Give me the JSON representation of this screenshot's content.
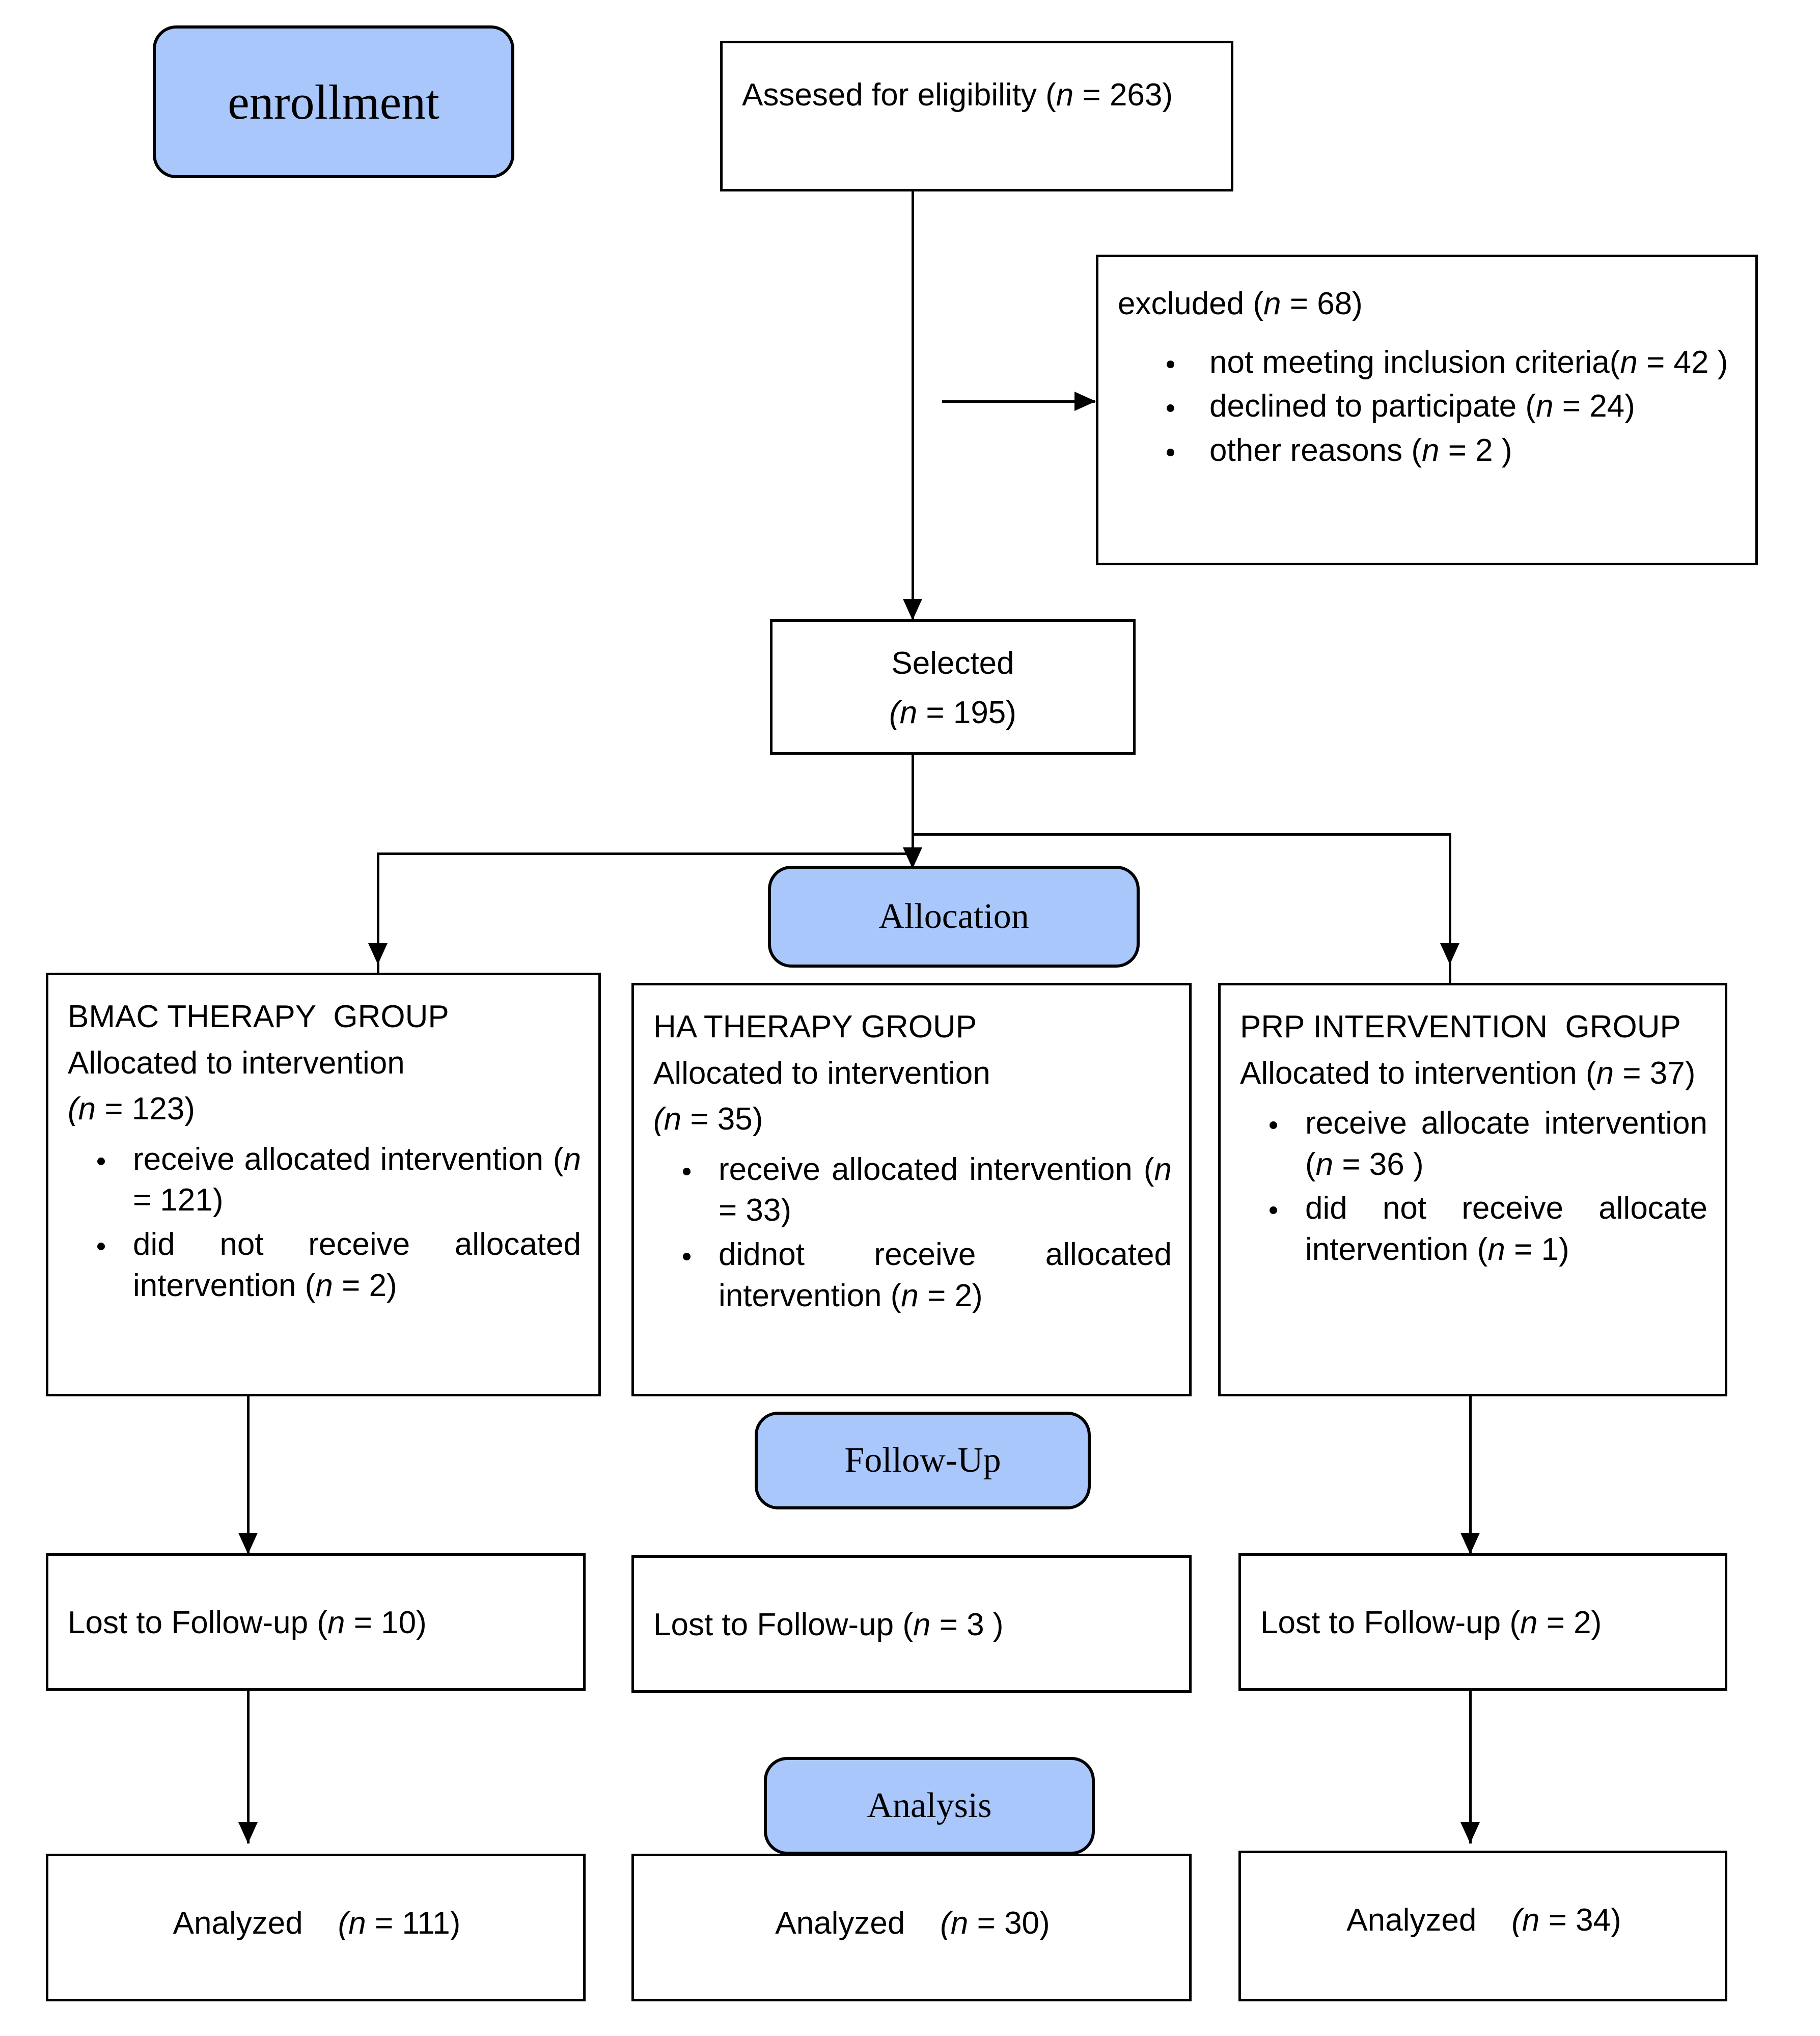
{
  "diagram": {
    "title": "CONSORT participant flow diagram",
    "accent_blue": "#a9c7fb",
    "line_color": "#000000",
    "background": "#ffffff"
  },
  "stages": {
    "enrollment": "enrollment",
    "allocation": "Allocation",
    "follow_up": "Follow-Up",
    "analysis": "Analysis"
  },
  "enrollment": {
    "assessed": {
      "text": "Assesed for eligibility (",
      "n_symbol": "n",
      "n_value": " = 263)"
    },
    "excluded": {
      "heading_text": "excluded (",
      "heading_n": "n",
      "heading_value": " = 68)",
      "reasons": [
        {
          "text": "not meeting inclusion criteria(",
          "n": "n",
          "value": " = 42 )"
        },
        {
          "text": "declined to participate (",
          "n": "n",
          "value": " = 24)"
        },
        {
          "text": "other reasons (",
          "n": "n",
          "value": " = 2 )"
        }
      ]
    },
    "selected": {
      "line1": "Selected",
      "line2_open": "(",
      "line2_n": "n",
      "line2_value": " = 195)"
    }
  },
  "groups": [
    {
      "id": "bmac",
      "title": "BMAC THERAPY  GROUP",
      "allocated_label": "Allocated to intervention",
      "allocated_open": "(",
      "allocated_n": "n",
      "allocated_value": " = 123)",
      "wrap_allocated": false,
      "bullets": [
        {
          "text": "receive allocated intervention (",
          "n": "n",
          "value": " = 121)"
        },
        {
          "text": "did not receive allocated intervention (",
          "n": "n",
          "value": " = 2)"
        }
      ],
      "lost": {
        "text": "Lost to Follow-up (",
        "n": "n",
        "value": " = 10)"
      },
      "analyzed": {
        "label": "Analyzed",
        "open": "(",
        "n": "n",
        "value": " = 111)"
      }
    },
    {
      "id": "ha",
      "title": "HA THERAPY GROUP",
      "allocated_label": "Allocated to intervention",
      "allocated_open": "(",
      "allocated_n": "n",
      "allocated_value": " = 35)",
      "wrap_allocated": false,
      "bullets": [
        {
          "text": "receive allocated intervention (",
          "n": "n",
          "value": " = 33)"
        },
        {
          "text": "didnot receive allocated intervention (",
          "n": "n",
          "value": " = 2)"
        }
      ],
      "lost": {
        "text": "Lost to Follow-up (",
        "n": "n",
        "value": " = 3 )"
      },
      "analyzed": {
        "label": "Analyzed",
        "open": "(",
        "n": "n",
        "value": " = 30)"
      }
    },
    {
      "id": "prp",
      "title": "PRP INTERVENTION  GROUP",
      "allocated_label": "Allocated to intervention (",
      "allocated_open": "",
      "allocated_n": "n",
      "allocated_value": " = 37)",
      "wrap_allocated": true,
      "bullets": [
        {
          "text": "receive allocate intervention (",
          "n": "n",
          "value": " = 36 )"
        },
        {
          "text": "did not receive allocate intervention (",
          "n": "n",
          "value": " = 1)"
        }
      ],
      "lost": {
        "text": "Lost to Follow-up (",
        "n": "n",
        "value": " = 2)"
      },
      "analyzed": {
        "label": "Analyzed",
        "open": "(",
        "n": "n",
        "value": " = 34)"
      }
    }
  ],
  "flow_data": {
    "assessed_for_eligibility": 263,
    "excluded_total": 68,
    "excluded_not_meeting_inclusion": 42,
    "excluded_declined": 24,
    "excluded_other": 2,
    "selected": 195,
    "bmac_allocated": 123,
    "bmac_received": 121,
    "bmac_not_received": 2,
    "bmac_lost": 10,
    "bmac_analyzed": 111,
    "ha_allocated": 35,
    "ha_received": 33,
    "ha_not_received": 2,
    "ha_lost": 3,
    "ha_analyzed": 30,
    "prp_allocated": 37,
    "prp_received": 36,
    "prp_not_received": 1,
    "prp_lost": 2,
    "prp_analyzed": 34
  }
}
